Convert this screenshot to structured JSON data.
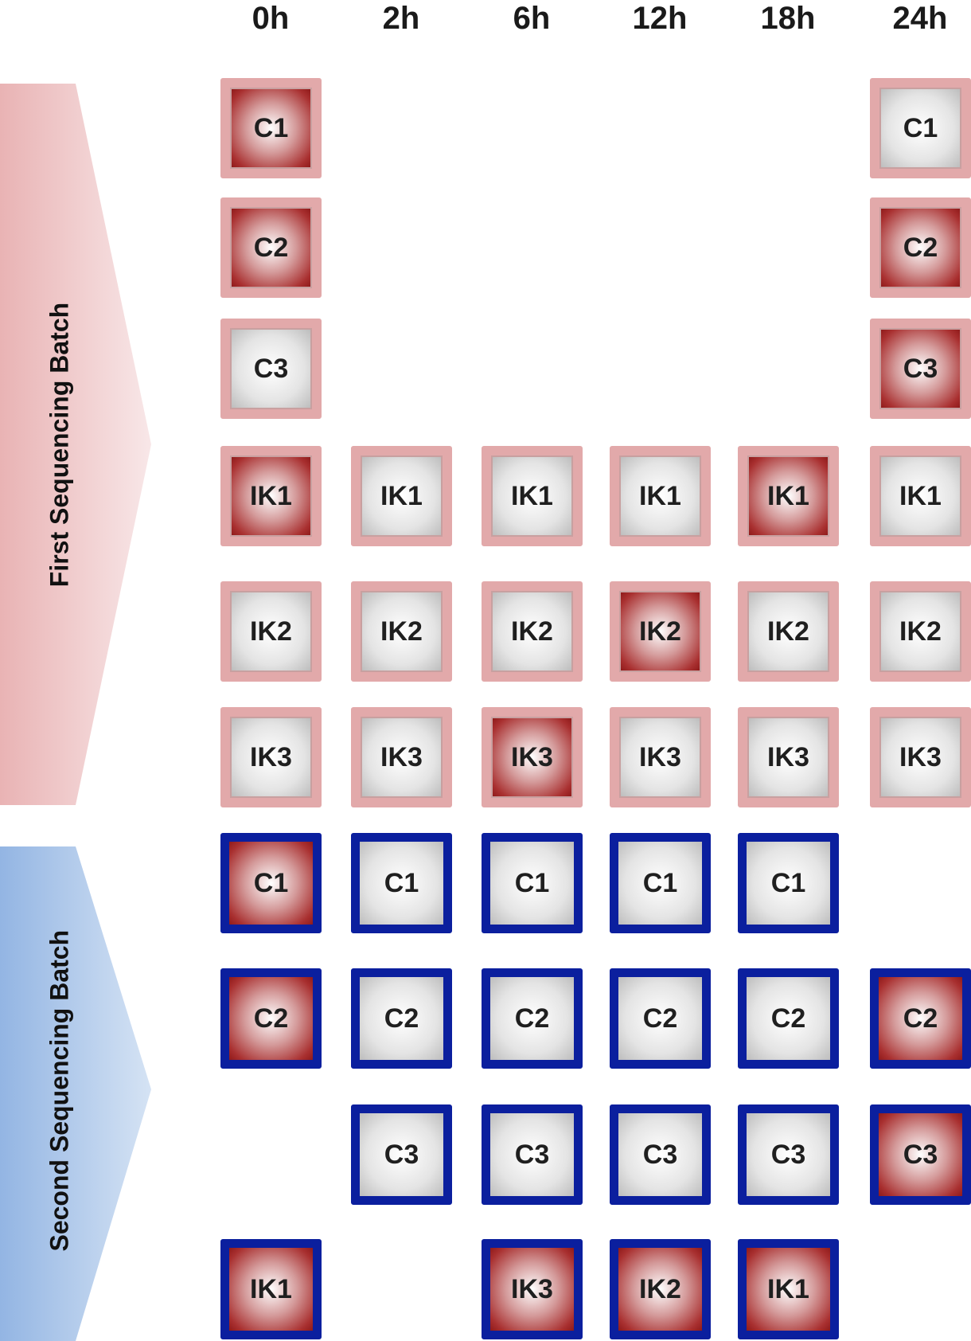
{
  "time_points": [
    "0h",
    "2h",
    "6h",
    "12h",
    "18h",
    "24h"
  ],
  "colors": {
    "batch1_border": "#e2a9aa",
    "batch2_border": "#0b1f9e",
    "batch1_arrow": "#ecbcbd",
    "batch2_arrow": "#9dbde6",
    "highlight": "#a93030",
    "neutral": "#e4e4e4"
  },
  "batches": [
    {
      "label": "First Sequencing Batch",
      "rows": [
        [
          "C1",
          null,
          null,
          null,
          null,
          "C1"
        ],
        [
          "C2",
          null,
          null,
          null,
          null,
          "C2"
        ],
        [
          "C3",
          null,
          null,
          null,
          null,
          "C3"
        ],
        [
          "IK1",
          "IK1",
          "IK1",
          "IK1",
          "IK1",
          "IK1"
        ],
        [
          "IK2",
          "IK2",
          "IK2",
          "IK2",
          "IK2",
          "IK2"
        ],
        [
          "IK3",
          "IK3",
          "IK3",
          "IK3",
          "IK3",
          "IK3"
        ]
      ],
      "highlighted": [
        [
          true,
          null,
          null,
          null,
          null,
          false
        ],
        [
          true,
          null,
          null,
          null,
          null,
          true
        ],
        [
          false,
          null,
          null,
          null,
          null,
          true
        ],
        [
          true,
          false,
          false,
          false,
          true,
          false
        ],
        [
          false,
          false,
          false,
          true,
          false,
          false
        ],
        [
          false,
          false,
          true,
          false,
          false,
          false
        ]
      ]
    },
    {
      "label": "Second Sequencing Batch",
      "rows": [
        [
          "C1",
          "C1",
          "C1",
          "C1",
          "C1",
          null
        ],
        [
          "C2",
          "C2",
          "C2",
          "C2",
          "C2",
          "C2"
        ],
        [
          null,
          "C3",
          "C3",
          "C3",
          "C3",
          "C3"
        ],
        [
          "IK1",
          null,
          "IK3",
          "IK2",
          "IK1",
          null
        ]
      ],
      "highlighted": [
        [
          true,
          false,
          false,
          false,
          false,
          null
        ],
        [
          true,
          false,
          false,
          false,
          false,
          true
        ],
        [
          null,
          false,
          false,
          false,
          false,
          true
        ],
        [
          true,
          null,
          true,
          true,
          true,
          null
        ]
      ]
    }
  ]
}
